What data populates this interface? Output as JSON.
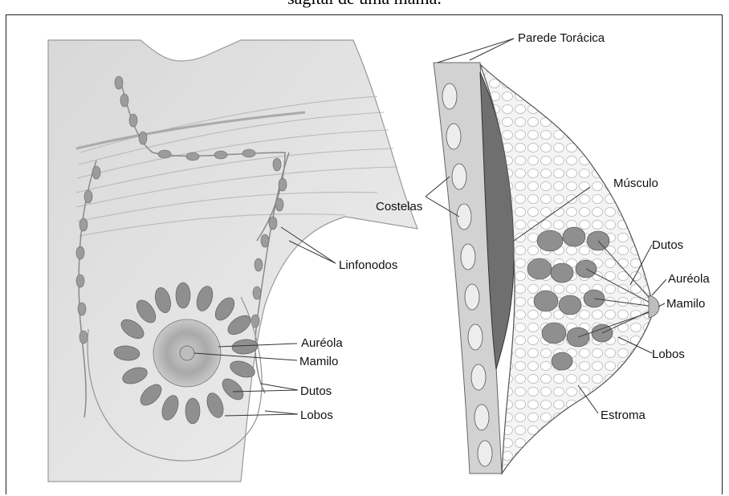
{
  "caption": "sagital de uma mama.",
  "labels": {
    "parede_toracica": "Parede Torácica",
    "musculo": "Músculo",
    "costelas": "Costelas",
    "linfonodos": "Linfonodos",
    "dutos_right": "Dutos",
    "aureola_right": "Auréola",
    "mamilo_right": "Mamilo",
    "lobos_right": "Lobos",
    "estroma": "Estroma",
    "aureola_left": "Auréola",
    "mamilo_left": "Mamilo",
    "dutos_left": "Dutos",
    "lobos_left": "Lobos"
  },
  "colors": {
    "tissue": "#e6e6e6",
    "lobule": "#8f8f8f",
    "muscle": "#6f6f6f",
    "fat": "#f3f3f3",
    "line": "#555555"
  }
}
